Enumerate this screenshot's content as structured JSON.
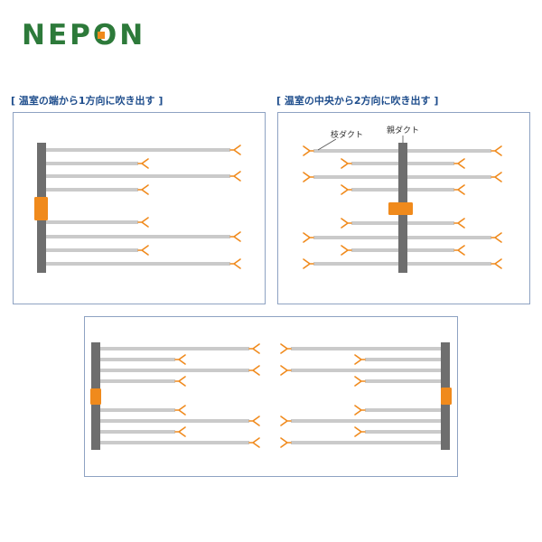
{
  "logo": {
    "text": "NEPON"
  },
  "captions": {
    "one_direction": "[ 温室の端から1方向に吹き出す ]",
    "two_direction": "[ 温室の中央から2方向に吹き出す ]"
  },
  "labels": {
    "branch_duct": "枝ダクト",
    "parent_duct": "親ダクト"
  },
  "colors": {
    "logo_green": "#2d7a3a",
    "accent_orange": "#f08a1c",
    "parent_duct": "#6e6e6e",
    "branch_duct": "#cacaca",
    "caption_blue": "#1e4d8c",
    "panel_border": "#8ea2c2"
  }
}
